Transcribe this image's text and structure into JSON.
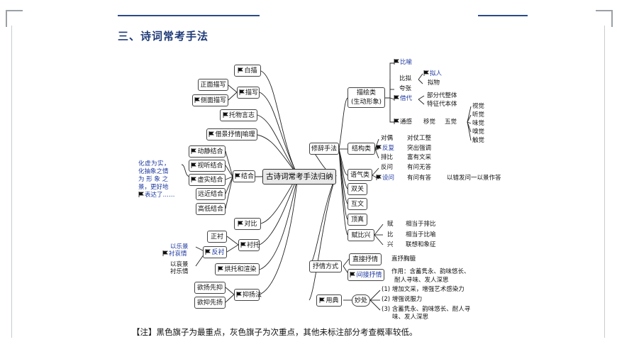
{
  "section_title": "三、诗词常考手法",
  "center_label": "古诗词常考手法归纳",
  "colors": {
    "title": "#1f3a78",
    "accent_blue": "#1f3aa0",
    "frame": "#9aa0a6"
  },
  "left": {
    "baimiao": "白描",
    "miaoxie": "描写",
    "zhengmian": "正面描写",
    "cemian": "侧面描写",
    "tuowu": "托物言志",
    "jiejing": "借景抒情",
    "huili": "喻理",
    "jiehe": "结合",
    "dongjing": "动静结合",
    "shiting": "视听结合",
    "xushi": "虚实结合",
    "yuanjin": "远近结合",
    "gaodi": "高低结合",
    "xushi_note": [
      "化虚为实，",
      "化抽象之情",
      "为 形 象 之",
      "景，更好地",
      "表达了……"
    ],
    "duibi": "对比",
    "chentuo": "衬托",
    "zhengchen": "正衬",
    "fanchen": "反衬",
    "fanchen_note1": [
      "以乐景",
      "衬哀情"
    ],
    "fanchen_note2": [
      "以哀景",
      "衬乐情"
    ],
    "hongtuo": "烘托和渲染",
    "yiyang": "抑扬法",
    "yuyang": "欲扬先抑",
    "yuyi": "欲抑先扬"
  },
  "right": {
    "xiuci": "修辞手法",
    "miaohui": [
      "描绘类",
      "(生动形象)"
    ],
    "biyu": "比喻",
    "bini": "比拟",
    "niren": "拟人",
    "niwu": "拟物",
    "kuazhang": "夸张",
    "jiedai": "借代",
    "bufen": "部分代整体",
    "tezheng": "特征代本体",
    "tonggan": "通感",
    "yijue": "移觉",
    "wujue": "五觉",
    "senses": [
      "视觉",
      "听觉",
      "味觉",
      "嗅觉",
      "触觉"
    ],
    "jiegou": "结构类",
    "duiou": "对偶",
    "duizhang": "对仗工整",
    "fanfu": "反复",
    "tuchu": "突出强调",
    "paibi": "排比",
    "fuyu": "富有文采",
    "yuqi": "语气类",
    "fanwen": "反问",
    "youwen": "有问无答",
    "shewen": "设问",
    "youwenyouda": "有问有答",
    "yizhuofa": "以错发问一以景作答",
    "shuangguan": "双关",
    "huwen": "互文",
    "dingzhen": "顶真",
    "fubixing": "赋比兴",
    "fu": "赋",
    "fu_note": "相当于排比",
    "bi": "比",
    "bi_note": "相当于比喻",
    "xing": "兴",
    "xing_note": "联想和象征",
    "shuqing": "抒情方式",
    "zhijie": "直接抒情",
    "zhishu": "直抒胸臆",
    "jianjie": "间接抒情",
    "jianjie_note": [
      "作用：含蓄隽永、韵味悠长、",
      "耐人寻味、发人深思"
    ],
    "yongdian": "用典",
    "miaochu": "妙处",
    "miaochu_items": [
      "(1) 增加文采，增强艺术感染力",
      "(2) 增强说服力",
      "(3) 含蓄隽永、韵味悠长、耐人寻",
      "味、发人深思"
    ]
  },
  "footnote": "【注】黑色旗子为最重点，灰色旗子为次重点，其他未标注部分考查概率较低。"
}
